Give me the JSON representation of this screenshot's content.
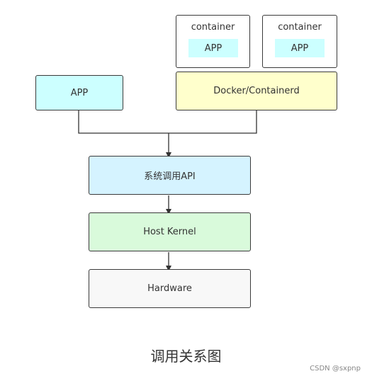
{
  "diagram": {
    "containers": [
      {
        "label": "container",
        "app": "APP"
      },
      {
        "label": "container",
        "app": "APP"
      }
    ],
    "app_box": "APP",
    "runtime_box": "Docker/Containerd",
    "syscall_box": "系统调用API",
    "kernel_box": "Host Kernel",
    "hardware_box": "Hardware",
    "caption": "调用关系图"
  },
  "watermark": "CSDN @sxpnp",
  "colors": {
    "app_fill": "#CCFFFF",
    "inner_app_fill": "#CCFFFF",
    "runtime_fill": "#FFFFCC",
    "syscall_fill": "#D5F3FF",
    "kernel_fill": "#D9FADB",
    "hardware_fill": "#F8F8F8",
    "line": "#333333"
  }
}
